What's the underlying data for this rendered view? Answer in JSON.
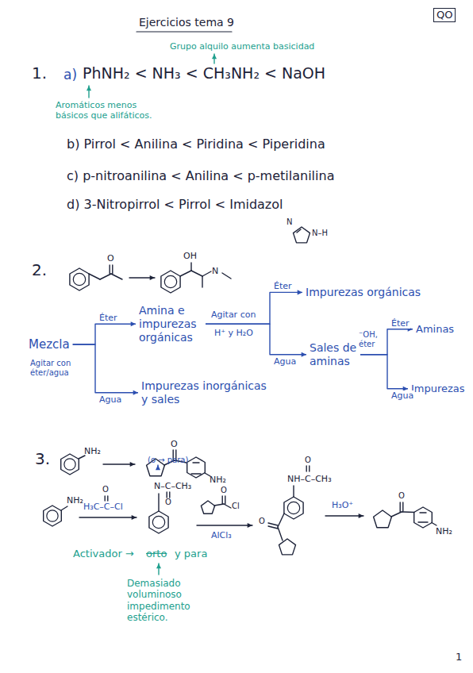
{
  "diagram": {
    "title": "Ejercicios tema 9",
    "nodes": [
      {
        "text": [
          "Mezcla"
        ]
      },
      {
        "text": [
          "Amina e impurezas orgánicas"
        ]
      },
      {
        "text": [
          "Impurezas inorgánicas y sales"
        ]
      },
      {
        "text": [
          "Impurezas orgánicas"
        ]
      },
      {
        "text": [
          "Sales de aminas"
        ]
      },
      {
        "text": [
          "Aminas"
        ]
      },
      {
        "text": [
          "Impurezas"
        ]
      }
    ],
    "edges": [
      {
        "from": 0,
        "to": 1,
        "label": "Éter",
        "arrow": "to"
      },
      {
        "from": 0,
        "to": 2,
        "label": "Agua",
        "arrow": "to"
      },
      {
        "from": 1,
        "to": 3,
        "label": "Éter",
        "arrow": "to"
      },
      {
        "from": 1,
        "to": 4,
        "label": "Agua",
        "arrow": "to"
      },
      {
        "from": 4,
        "to": 5,
        "label": "Éter",
        "arrow": "to"
      },
      {
        "from": 4,
        "to": 6,
        "label": "Agua",
        "arrow": "to"
      }
    ],
    "labels": [
      "QO",
      "1.",
      "a)",
      "PhNH₂ < NH₃ < CH₃NH₂ < NaOH",
      "Grupo alquilo aumenta basicidad",
      "Aromáticos menos básicos que alifáticos.",
      "b) Pirrol < Anilina < Piridina < Piperidina",
      "c) p-nitroanilina < Anilina < p-metilanilina",
      "d) 3-Nitropirrol < Pirrol < Imidazol",
      "N",
      "N–H",
      "2.",
      "O",
      "OH",
      "N",
      "Agitar con éter/agua",
      "Agitar con",
      "H⁺ y H₂O",
      "⁻OH, éter",
      "3.",
      "NH₂",
      "O",
      "NH₂",
      "NH₂",
      "O",
      "H₃C–C–Cl",
      "(o → para)",
      "N–C–CH₃",
      "O",
      "O",
      "Cl",
      "AlCl₃",
      "O",
      "NH–C–CH₃",
      "O",
      "H₃O⁺",
      "O",
      "NH₂",
      "Activador →",
      "orto",
      "y para",
      "Demasiado voluminoso impedimento estérico.",
      "1"
    ]
  }
}
